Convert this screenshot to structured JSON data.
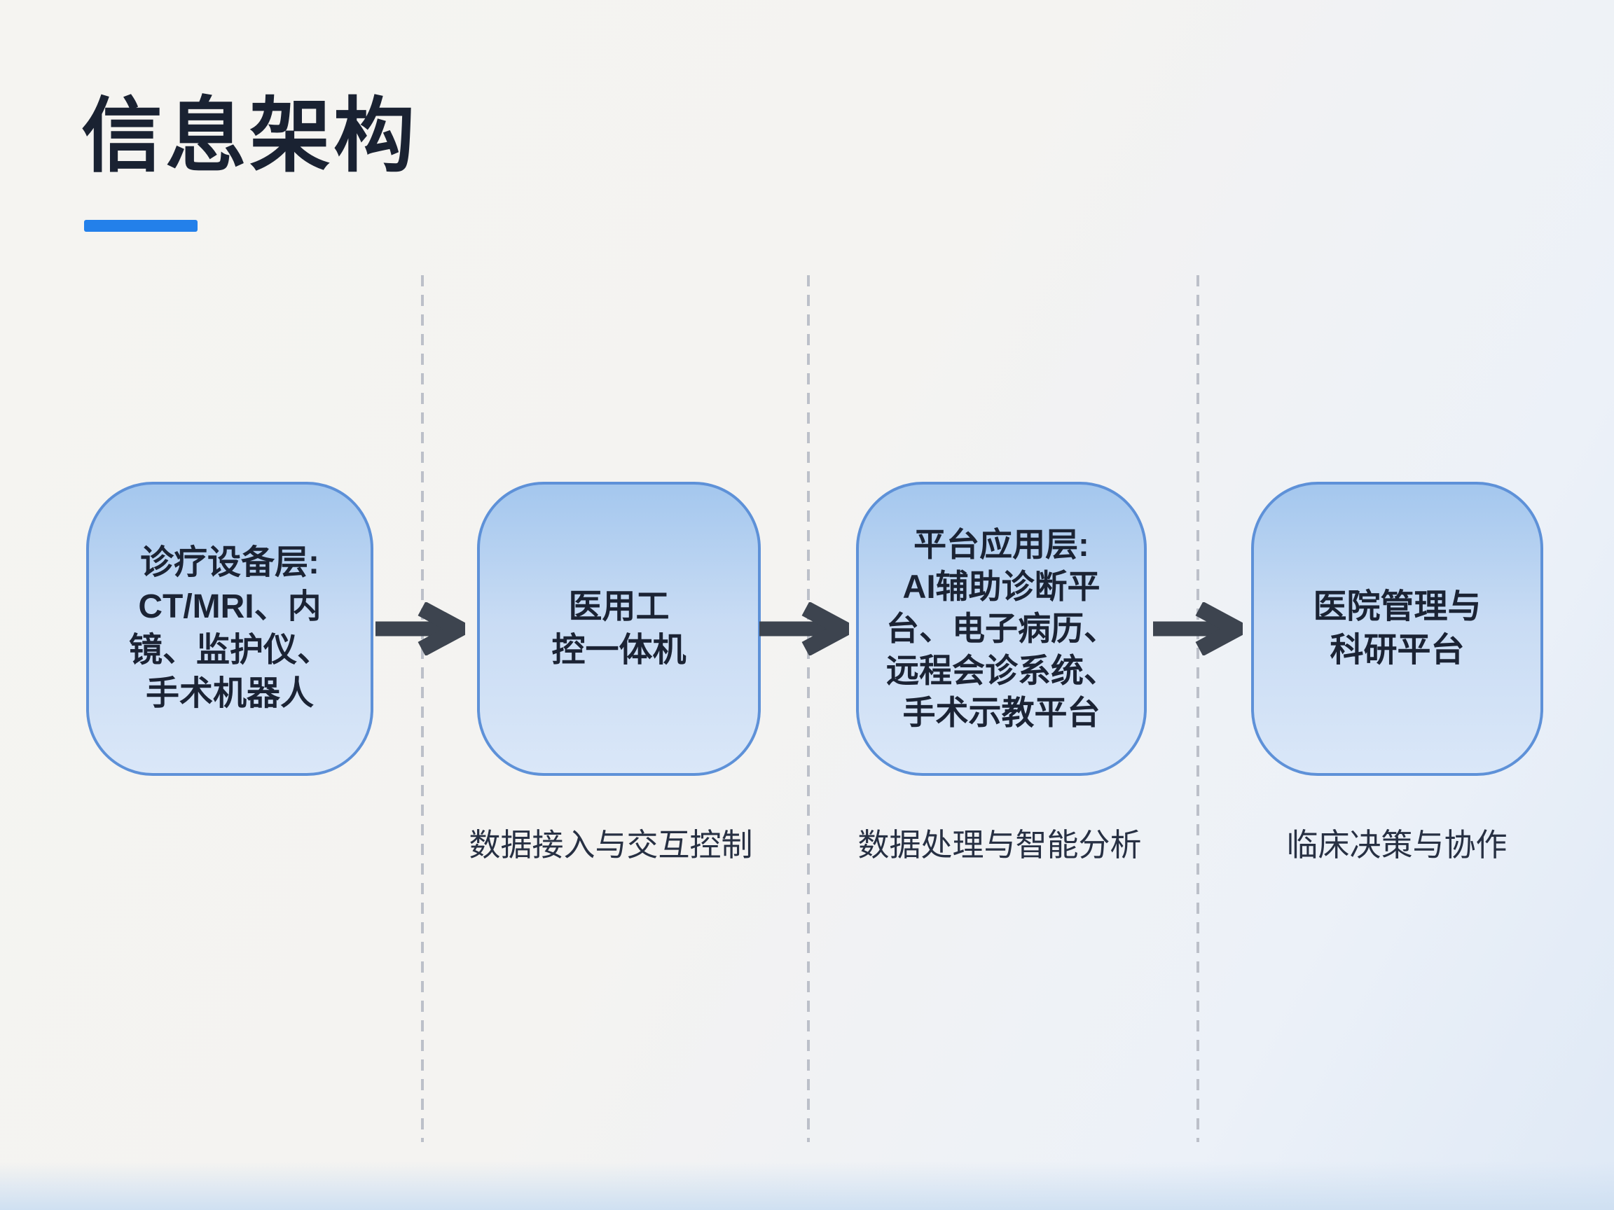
{
  "page": {
    "title": "信息架构"
  },
  "colors": {
    "accent_underline": "#2380ea",
    "box_border": "#5e91d8",
    "box_fill_top": "#a4c7ee",
    "box_fill_bottom": "#dae7f8",
    "arrow": "#3d444f",
    "title_text": "#1a2232",
    "box_text": "#1b2334",
    "caption_text": "#273043",
    "dashed_line": "#bcc0c9"
  },
  "flow": {
    "stages": [
      {
        "name": "诊疗设备层",
        "box_text": "诊疗设备层:\nCT/MRI、内\n镜、监护仪、\n手术机器人",
        "caption": ""
      },
      {
        "name": "医用工控一体机",
        "box_text": "医用工\n控一体机",
        "caption": "数据接入与交互控制"
      },
      {
        "name": "平台应用层",
        "box_text": "平台应用层:\nAI辅助诊断平\n台、电子病历、\n远程会诊系统、\n手术示教平台",
        "caption": "数据处理与智能分析"
      },
      {
        "name": "医院管理与科研平台",
        "box_text": "医院管理与\n科研平台",
        "caption": "临床决策与协作"
      }
    ],
    "arrow_icon": "arrow-right-icon"
  }
}
